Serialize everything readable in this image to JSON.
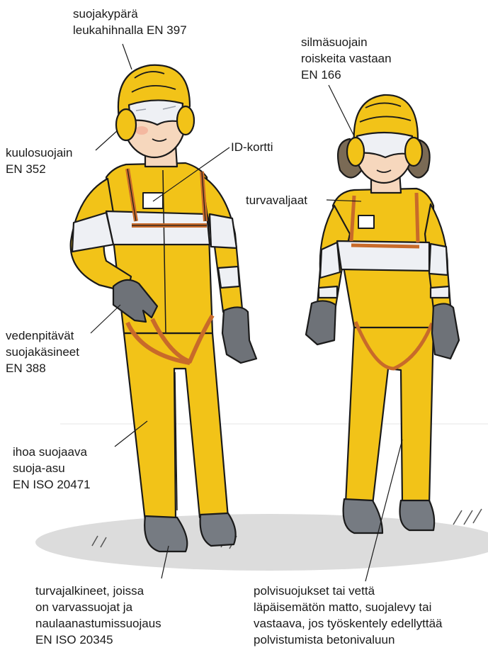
{
  "labels": {
    "helmet": [
      "suojakypärä",
      "leukahihnalla EN 397"
    ],
    "eye_protection": [
      "silmäsuojain",
      "roiskeita vastaan",
      "EN 166"
    ],
    "ear_protection": [
      "kuulosuojain",
      "EN 352"
    ],
    "id_card": [
      "ID-kortti"
    ],
    "harness": [
      "turvavaljaat"
    ],
    "gloves": [
      "vedenpitävät",
      "suojakäsineet",
      "EN 388"
    ],
    "suit": [
      "ihoa suojaava",
      "suoja-asu",
      "EN ISO 20471"
    ],
    "boots": [
      "turvajalkineet, joissa",
      "on varvassuojat ja",
      "naulaanastumissuojaus",
      "EN ISO 20345"
    ],
    "knee_pads": [
      "polvisuojukset tai vettä",
      "läpäisemätön matto, suojalevy tai",
      "vastaava, jos työskentely edellyttää",
      "polvistumista betonivaluun"
    ]
  },
  "colors": {
    "suit_yellow": "#f2c318",
    "suit_shadow": "#d9a60f",
    "reflective_band": "#eef0f4",
    "harness_orange": "#c86a2a",
    "glove_gray": "#6e7278",
    "boot_gray": "#767b82",
    "skin": "#f6d7bd",
    "hair": "#7a6a55",
    "ground_shadow": "#dcdcdc",
    "outline": "#1a1a1a"
  }
}
